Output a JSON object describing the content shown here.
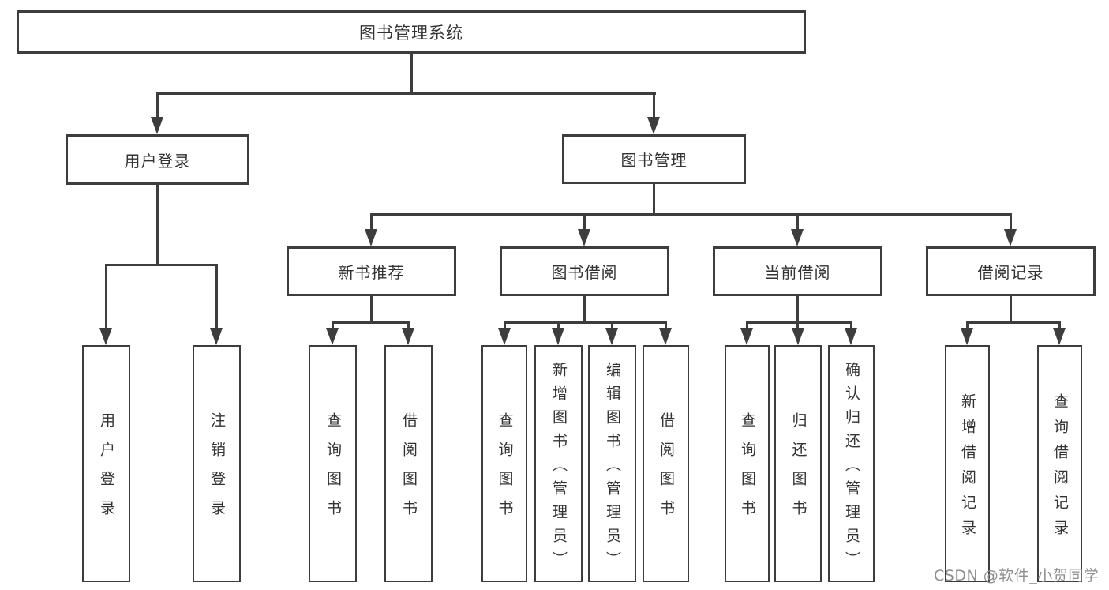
{
  "title": "图书管理系统",
  "tree": {
    "root": {
      "label": "图书管理系统"
    },
    "branches": [
      {
        "label": "用户登录",
        "children": [
          {
            "label": "用户登录"
          },
          {
            "label": "注销登录"
          }
        ]
      },
      {
        "label": "图书管理",
        "children": [
          {
            "label": "新书推荐",
            "children": [
              {
                "label": "查询图书"
              },
              {
                "label": "借阅图书"
              }
            ]
          },
          {
            "label": "图书借阅",
            "children": [
              {
                "label": "查询图书"
              },
              {
                "label": "新增图书（管理员）"
              },
              {
                "label": "编辑图书（管理员）"
              },
              {
                "label": "借阅图书"
              }
            ]
          },
          {
            "label": "当前借阅",
            "children": [
              {
                "label": "查询图书"
              },
              {
                "label": "归还图书"
              },
              {
                "label": "确认归还（管理员）"
              }
            ]
          },
          {
            "label": "借阅记录",
            "children": [
              {
                "label": "新增借阅记录"
              },
              {
                "label": "查询借阅记录"
              }
            ]
          }
        ]
      }
    ]
  },
  "watermark": {
    "text": "CSDN @软件_小贺同学",
    "color": "#8f8f8f"
  },
  "colors": {
    "line": "#3d3d3d",
    "text": "#333333",
    "background": "#ffffff"
  }
}
